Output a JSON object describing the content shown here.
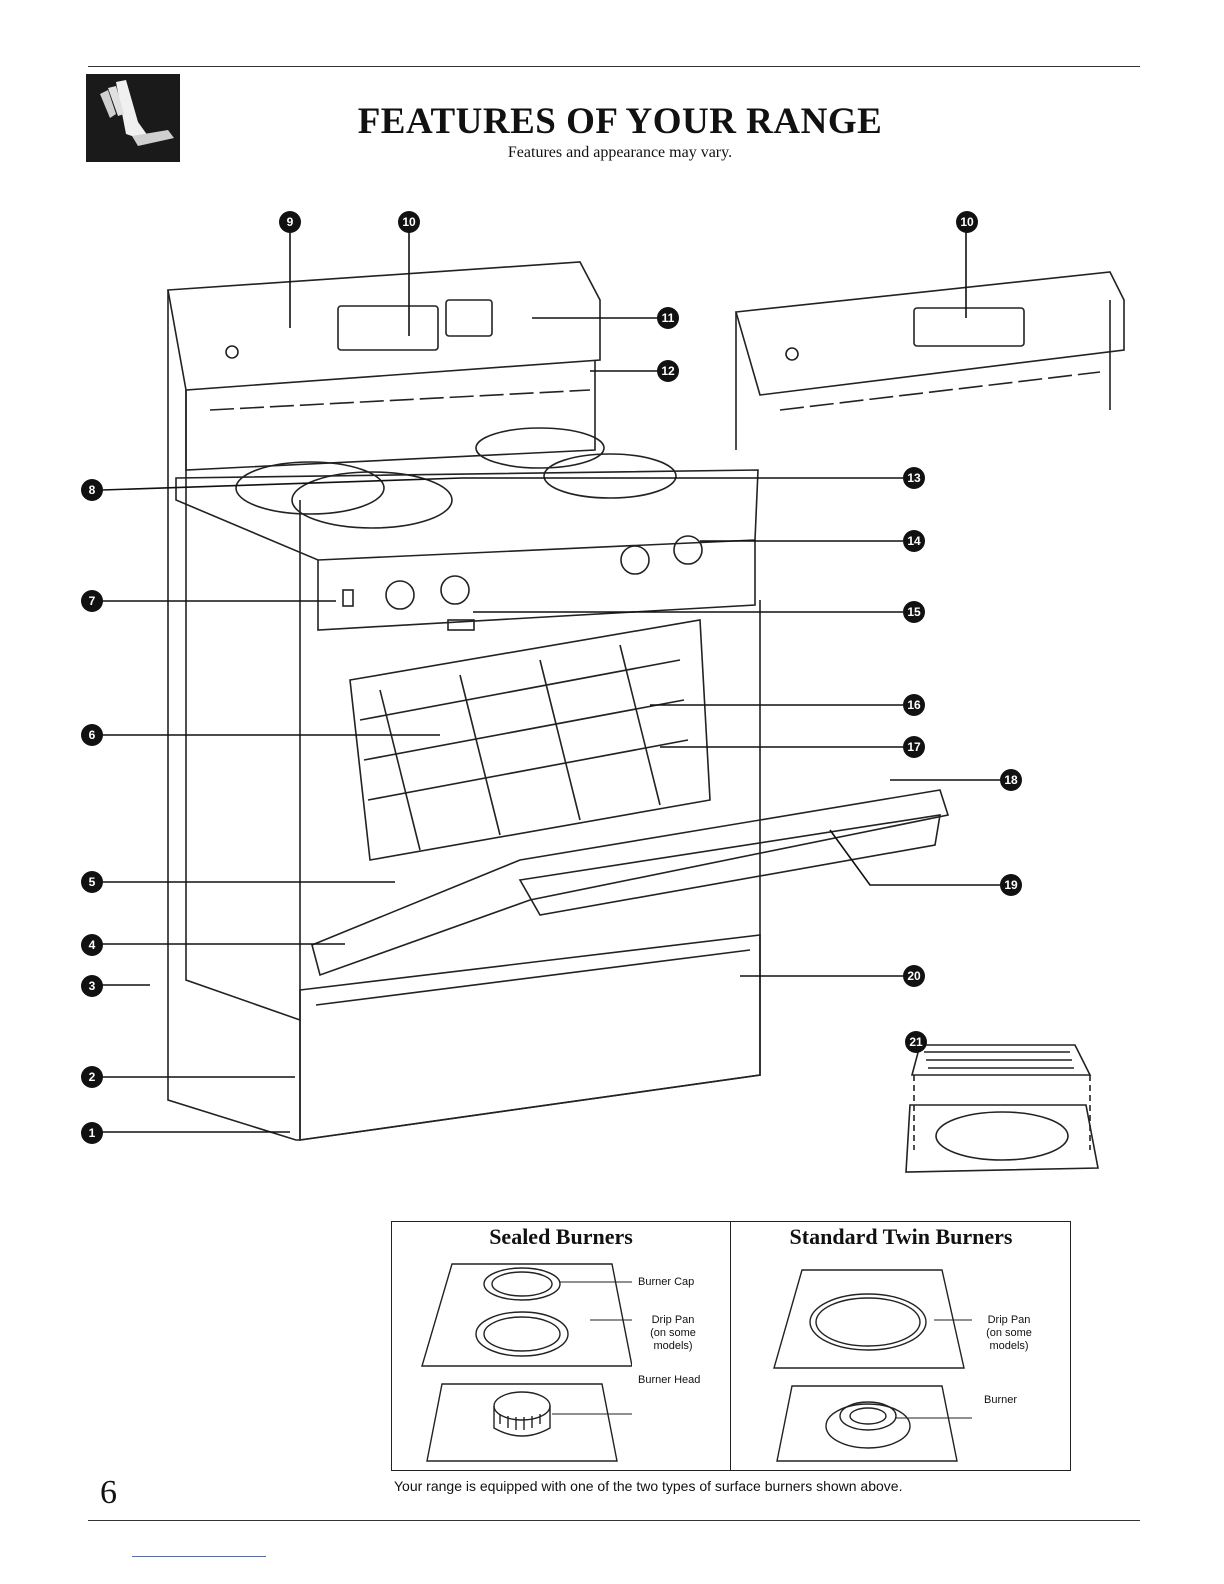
{
  "header": {
    "title": "FEATURES OF YOUR RANGE",
    "subtitle": "Features and appearance may vary."
  },
  "callouts": [
    "1",
    "2",
    "3",
    "4",
    "5",
    "6",
    "7",
    "8",
    "9",
    "10",
    "11",
    "12",
    "13",
    "14",
    "15",
    "16",
    "17",
    "18",
    "19",
    "20",
    "21"
  ],
  "burner_types": {
    "sealed": {
      "heading": "Sealed Burners",
      "labels": {
        "cap": "Burner Cap",
        "drip_pan": "Drip Pan",
        "drip_pan_note_1": "(on some",
        "drip_pan_note_2": "models)",
        "head": "Burner Head"
      }
    },
    "standard": {
      "heading": "Standard Twin Burners",
      "labels": {
        "drip_pan": "Drip Pan",
        "drip_pan_note_1": "(on some",
        "drip_pan_note_2": "models)",
        "burner": "Burner"
      }
    }
  },
  "caption": "Your range is equipped with one of the two types of surface burners shown above.",
  "page_number": "6"
}
